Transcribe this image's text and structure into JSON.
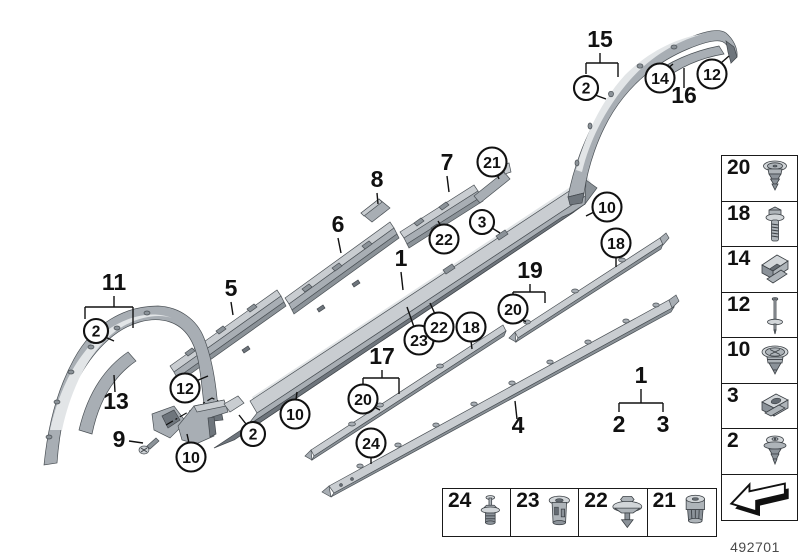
{
  "labels": {
    "p15": "15",
    "p16": "16",
    "p11": "11",
    "p13": "13",
    "p9": "9",
    "p5": "5",
    "p6": "6",
    "p8": "8",
    "p7": "7",
    "p1": "1",
    "p17": "17",
    "p19": "19",
    "p4": "4",
    "tree_parent": "1",
    "tree_left": "2",
    "tree_right": "3",
    "c2_rear": "2",
    "c14": "14",
    "c12_rear": "12",
    "c2_front": "2",
    "c12_left": "12",
    "c10_cap": "10",
    "c2_sill": "2",
    "c10_sill": "10",
    "c23": "23",
    "c22_sill": "22",
    "c18_mid": "18",
    "c20_17": "20",
    "c24": "24",
    "c3": "3",
    "c21": "21",
    "c22_rail": "22",
    "c10_rear": "10",
    "c18_right": "18",
    "c20_19": "20"
  },
  "sidebar": {
    "items": [
      {
        "label": "20",
        "icon": "push-rivet-icon"
      },
      {
        "label": "18",
        "icon": "flange-bolt-icon"
      },
      {
        "label": "14",
        "icon": "sheet-metal-clip-icon"
      },
      {
        "label": "12",
        "icon": "pin-rivet-icon"
      },
      {
        "label": "10",
        "icon": "cross-head-rivet-icon"
      },
      {
        "label": "3",
        "icon": "cage-clip-icon"
      },
      {
        "label": "2",
        "icon": "expansion-rivet-icon"
      }
    ],
    "footer_icon": "direction-arrow-icon"
  },
  "fasteners_row": {
    "items": [
      {
        "label": "24",
        "icon": "expansion-rivet-pin-icon"
      },
      {
        "label": "23",
        "icon": "grommet-sleeve-icon"
      },
      {
        "label": "22",
        "icon": "wide-flange-clip-icon"
      },
      {
        "label": "21",
        "icon": "expansion-nut-icon"
      }
    ]
  },
  "footer": {
    "drawing_number": "492701"
  }
}
